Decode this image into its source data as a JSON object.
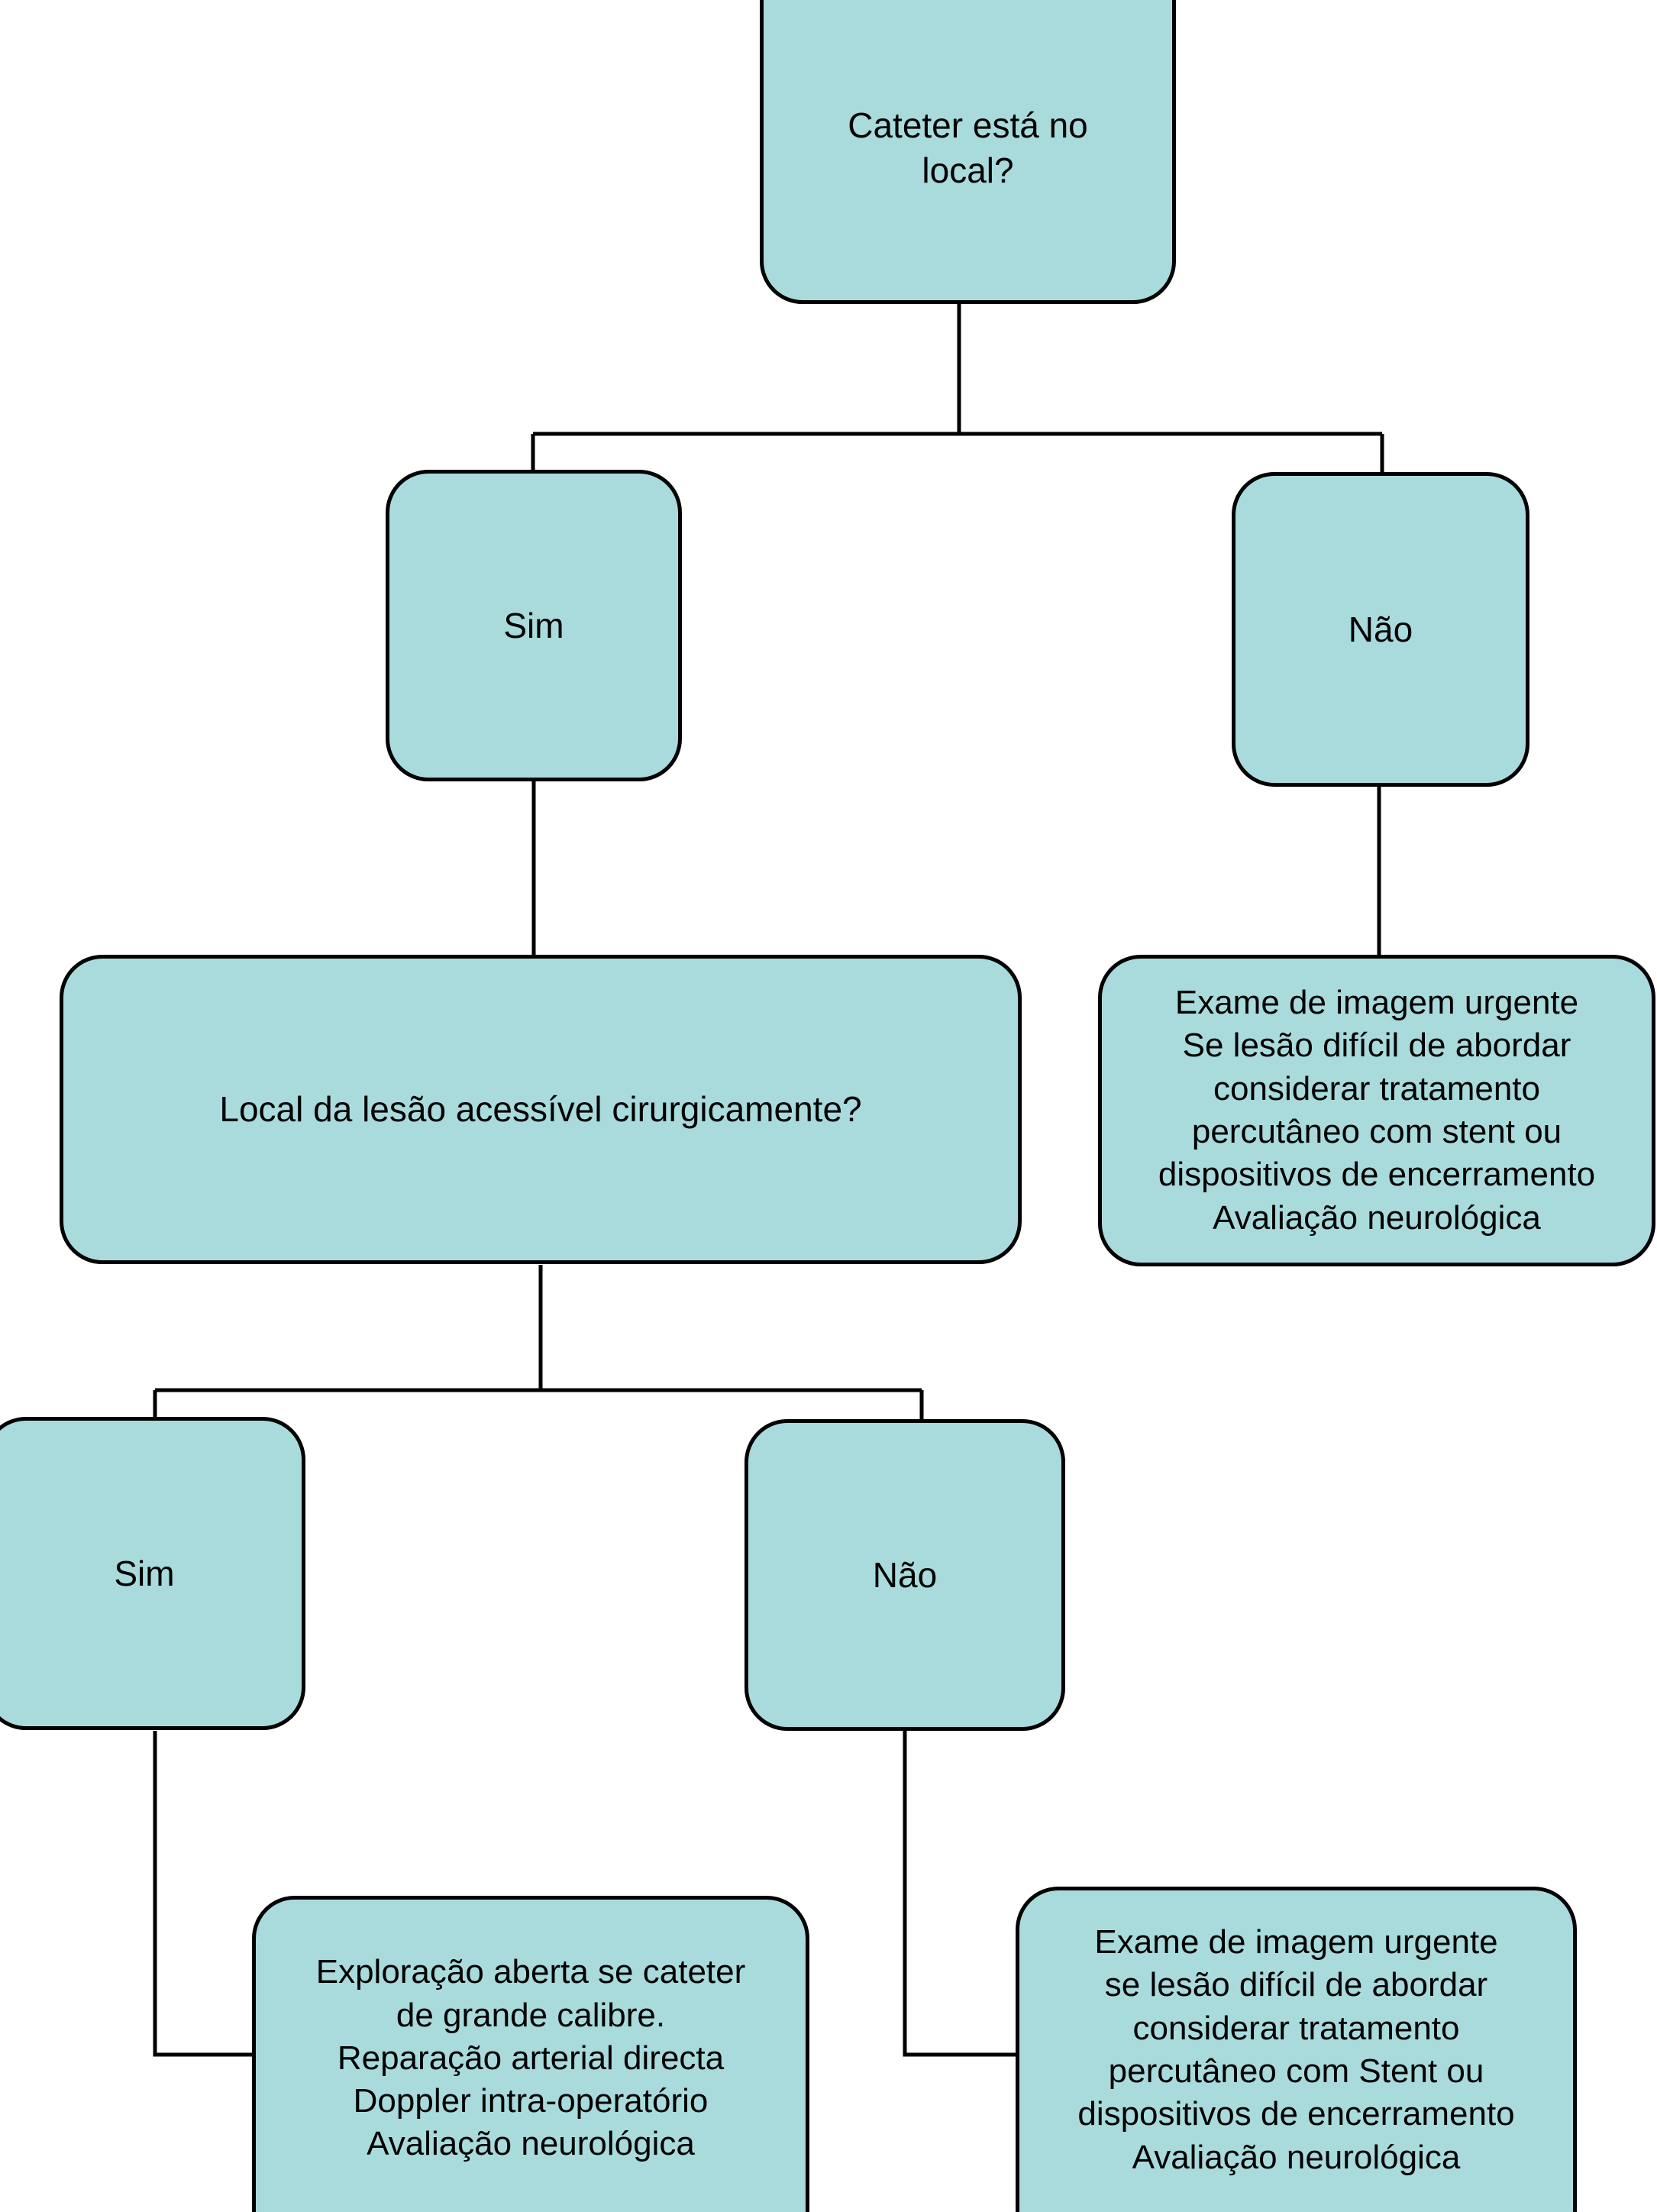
{
  "diagram": {
    "title": "Fluxograma de decisão - cateter / lesão arterial",
    "language": "pt-PT",
    "background_color": "#ffffff",
    "node_fill_color": "#a9dbdd",
    "node_border_color": "#000000",
    "edge_color": "#000000",
    "text_color": "#000000"
  },
  "nodes": {
    "root": {
      "id": "root",
      "type": "decision",
      "label": "Cateter está no\nlocal?"
    },
    "yes_level1": {
      "id": "yes_level1",
      "type": "branch",
      "label": "Sim"
    },
    "no_level1": {
      "id": "no_level1",
      "type": "branch",
      "label": "Não"
    },
    "acessivel": {
      "id": "acessivel",
      "type": "decision",
      "label": "Local da lesão acessível cirurgicamente?"
    },
    "imagem_urgente_1": {
      "id": "imagem_urgente_1",
      "type": "outcome",
      "label": "Exame de imagem urgente\nSe lesão difícil de abordar\nconsiderar tratamento\npercutâneo com stent ou\ndispositivos de encerramento\nAvaliação neurológica",
      "lines": [
        "Exame de imagem urgente",
        "Se lesão difícil de abordar",
        "considerar tratamento",
        "percutâneo com stent ou",
        "dispositivos de encerramento",
        "Avaliação neurológica"
      ]
    },
    "yes_level2": {
      "id": "yes_level2",
      "type": "branch",
      "label": "Sim"
    },
    "no_level2": {
      "id": "no_level2",
      "type": "branch",
      "label": "Não"
    },
    "exploracao_aberta": {
      "id": "exploracao_aberta",
      "type": "outcome",
      "label": "Exploração aberta se cateter\nde grande calibre.\nReparação arterial directa\nDoppler intra-operatório\nAvaliação neurológica",
      "lines": [
        "Exploração aberta se cateter",
        "de grande calibre.",
        "Reparação arterial directa",
        "Doppler intra-operatório",
        "Avaliação neurológica"
      ]
    },
    "imagem_urgente_2": {
      "id": "imagem_urgente_2",
      "type": "outcome",
      "label": "Exame de imagem urgente\nse lesão difícil de abordar\nconsiderar tratamento\npercutâneo com Stent ou\ndispositivos de encerramento\nAvaliação neurológica",
      "lines": [
        "Exame de imagem urgente",
        "se lesão difícil de abordar",
        "considerar tratamento",
        "percutâneo com Stent ou",
        "dispositivos de encerramento",
        "Avaliação neurológica"
      ]
    }
  },
  "edges": [
    {
      "from": "root",
      "to": "yes_level1",
      "style": "orthogonal"
    },
    {
      "from": "root",
      "to": "no_level1",
      "style": "orthogonal"
    },
    {
      "from": "yes_level1",
      "to": "acessivel",
      "style": "vertical"
    },
    {
      "from": "no_level1",
      "to": "imagem_urgente_1",
      "style": "vertical"
    },
    {
      "from": "acessivel",
      "to": "yes_level2",
      "style": "orthogonal"
    },
    {
      "from": "acessivel",
      "to": "no_level2",
      "style": "orthogonal"
    },
    {
      "from": "yes_level2",
      "to": "exploracao_aberta",
      "style": "elbow"
    },
    {
      "from": "no_level2",
      "to": "imagem_urgente_2",
      "style": "elbow"
    }
  ]
}
